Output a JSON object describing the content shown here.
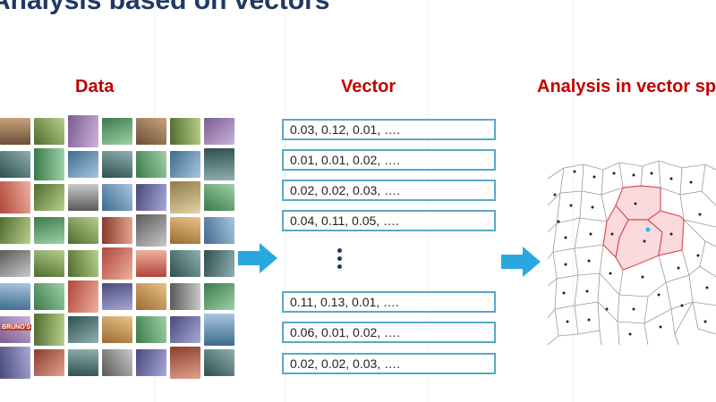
{
  "slide": {
    "title": "Analysis based on vectors",
    "headings": {
      "data": "Data",
      "vector": "Vector",
      "analysis": "Analysis in vector sp"
    },
    "heading_color": "#c00000",
    "title_color": "#1f3864",
    "accent_color": "#29a8e0"
  },
  "data_images": {
    "rows": 8,
    "columns": 7,
    "overlay_text": [
      "BRUNO'S"
    ]
  },
  "vectors": {
    "top": [
      "0.03, 0.12, 0.01, ….",
      "0.01, 0.01, 0.02, ….",
      "0.02, 0.02, 0.03, ….",
      "0.04, 0.11, 0.05, …."
    ],
    "bottom": [
      "0.11, 0.13, 0.01, ….",
      "0.06, 0.01, 0.02, ….",
      "0.02, 0.02, 0.03, …."
    ],
    "ellipsis": "⋮"
  },
  "icons": {
    "arrows": [
      "arrow-right-icon",
      "arrow-right-icon"
    ]
  }
}
